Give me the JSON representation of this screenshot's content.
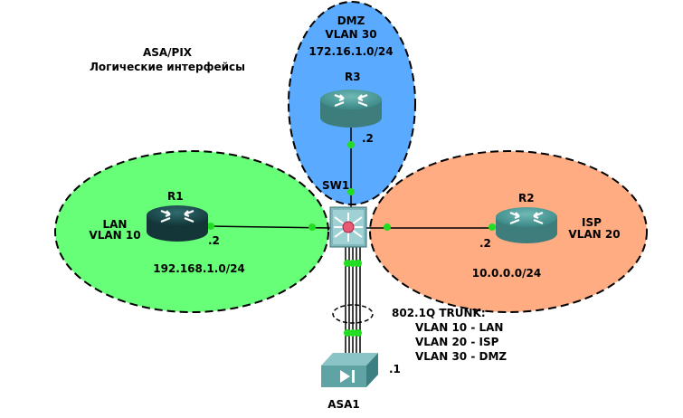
{
  "title": {
    "line1": "ASA/PIX",
    "line2": "Логические интерфейсы"
  },
  "zones": {
    "lan": {
      "name": "LAN",
      "vlan": "VLAN 10",
      "subnet": "192.168.1.0/24",
      "color": "#66ff77"
    },
    "isp": {
      "name": "ISP",
      "vlan": "VLAN 20",
      "subnet": "10.0.0.0/24",
      "color": "#ffac82"
    },
    "dmz": {
      "name": "DMZ",
      "vlan": "VLAN 30",
      "subnet": "172.16.1.0/24",
      "color": "#5aaaff"
    }
  },
  "devices": {
    "r1": {
      "label": "R1",
      "addr": ".2"
    },
    "r2": {
      "label": "R2",
      "addr": ".2"
    },
    "r3": {
      "label": "R3",
      "addr": ".2"
    },
    "sw1": {
      "label": "SW1"
    },
    "asa1": {
      "label": "ASA1",
      "addr": ".1"
    }
  },
  "trunk": {
    "title": "802.1Q TRUNK:",
    "lines": [
      "VLAN 10 - LAN",
      "VLAN 20 - ISP",
      "VLAN 30 - DMZ"
    ]
  },
  "colors": {
    "router_body": "#4a9a9a",
    "router_dark": "#1f4f52",
    "link_dot": "#22dd22"
  }
}
